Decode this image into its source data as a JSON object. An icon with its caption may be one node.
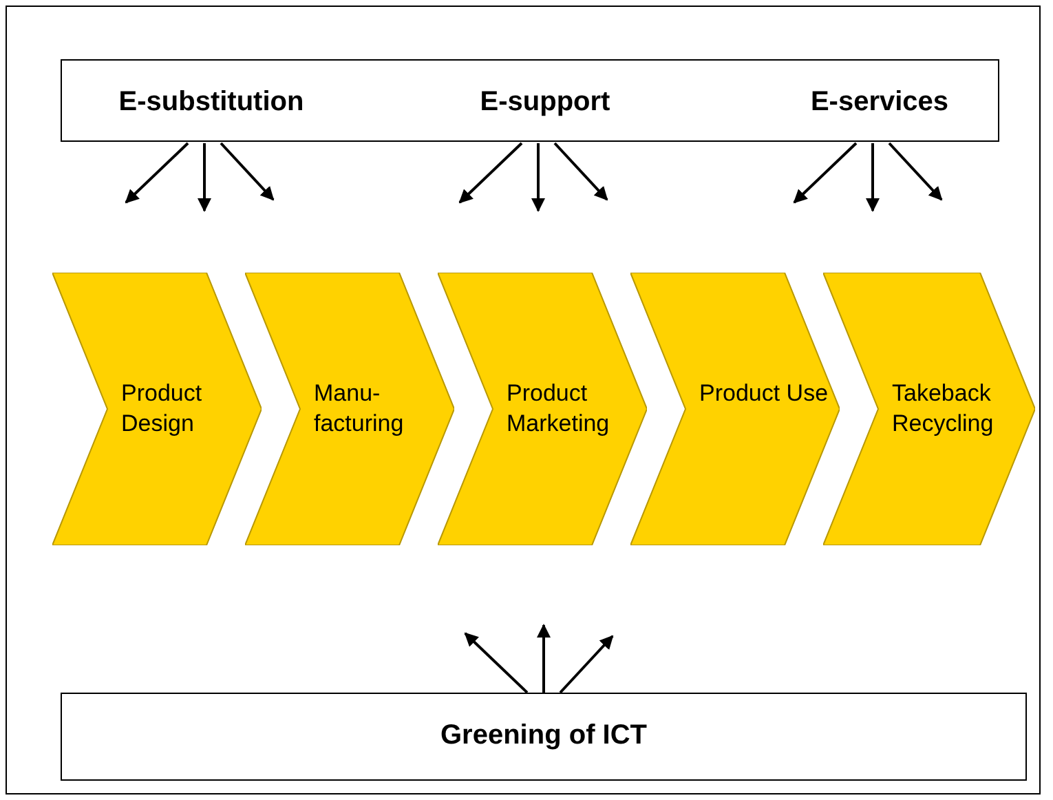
{
  "diagram": {
    "nodes": [
      {
        "text": [],
        "shape": "box"
      },
      {
        "text": [
          "E-substitution"
        ],
        "in": 0
      },
      {
        "text": [
          "E-support"
        ],
        "in": 0
      },
      {
        "text": [
          "E-services"
        ],
        "in": 0
      },
      {
        "text": [
          "Product Design"
        ]
      },
      {
        "text": [
          "Manu- facturing"
        ]
      },
      {
        "text": [
          "Product Marketing"
        ]
      },
      {
        "text": [
          "Product Use"
        ]
      },
      {
        "text": [
          "Takeback Recycling"
        ]
      },
      {
        "text": [
          "Greening of ICT"
        ]
      }
    ],
    "edges": [
      {
        "from": 0,
        "to": null,
        "arrow": "to"
      },
      {
        "from": 0,
        "to": null,
        "arrow": "to"
      },
      {
        "from": 0,
        "to": null,
        "arrow": "to"
      },
      {
        "from": 0,
        "to": null,
        "arrow": "to"
      },
      {
        "from": 0,
        "to": null,
        "arrow": "to"
      },
      {
        "from": 0,
        "to": null,
        "arrow": "to"
      },
      {
        "from": 0,
        "to": null,
        "arrow": "to"
      },
      {
        "from": 0,
        "to": null,
        "arrow": "to"
      },
      {
        "from": 0,
        "to": null,
        "arrow": "to"
      },
      {
        "from": 9,
        "to": null,
        "arrow": "to"
      },
      {
        "from": 9,
        "to": null,
        "arrow": "to"
      },
      {
        "from": 9,
        "to": null,
        "arrow": "to"
      }
    ]
  }
}
